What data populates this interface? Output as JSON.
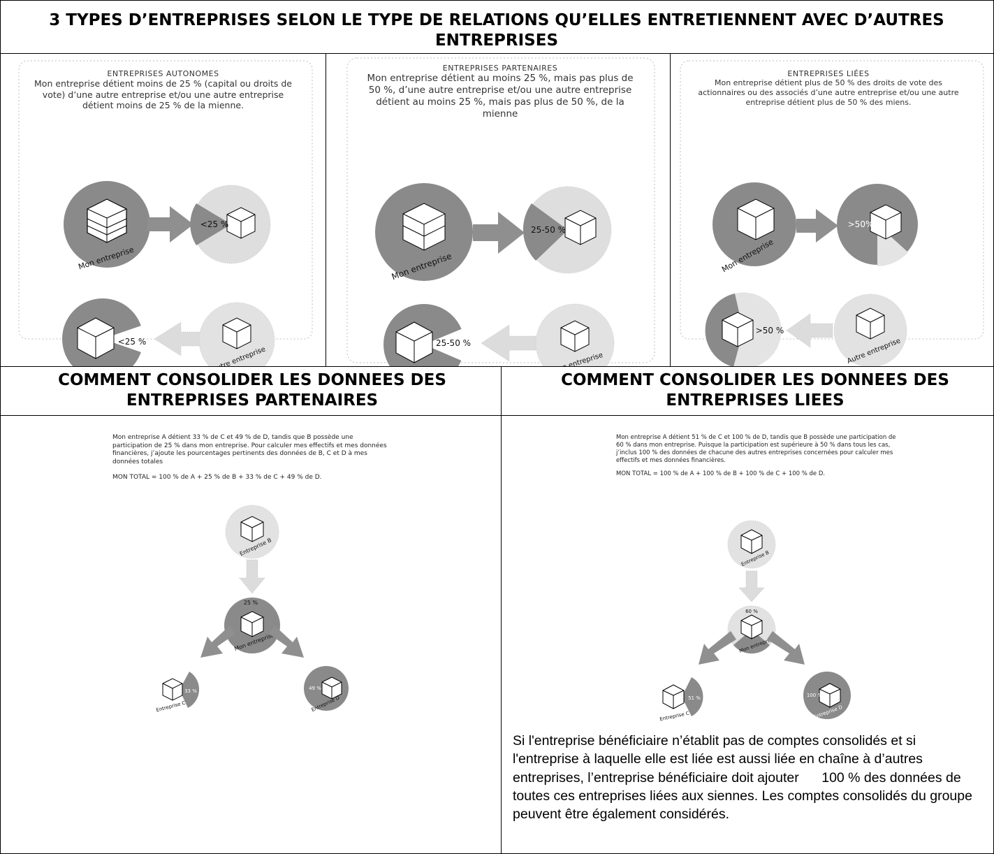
{
  "main_title": "3 TYPES D’ENTREPRISES SELON LE TYPE DE RELATIONS QU’ELLES ENTRETIENNENT AVEC D’AUTRES ENTREPRISES",
  "types": [
    {
      "title": "ENTREPRISES AUTONOMES",
      "description": "Mon entreprise détient moins de 25 % (capital ou droits de vote) d’une autre entreprise et/ou une autre entreprise détient moins de 25 % de la mienne.",
      "top_left_label": "Mon entreprise",
      "top_right_pct": "<25 %",
      "bottom_left_pct": "<25 %",
      "bottom_right_label": "Autre entreprise"
    },
    {
      "title": "ENTREPRISES PARTENAIRES",
      "description": "Mon entreprise détient au moins 25 %, mais pas plus de 50 %, d’une autre entreprise et/ou une autre entreprise détient au moins 25 %, mais pas plus de 50 %, de la mienne",
      "top_left_label": "Mon entreprise",
      "top_right_pct": "25-50 %",
      "bottom_left_pct": "25-50 %",
      "bottom_right_label": "Autre entreprise"
    },
    {
      "title": "ENTREPRISES LIÉES",
      "description": "Mon entreprise détient plus de 50 % des droits de vote des actionnaires ou des associés d’une autre entreprise et/ou une autre entreprise détient plus de 50 % des miens.",
      "top_left_label": "Mon entreprise",
      "top_right_pct": ">50%",
      "bottom_left_pct": ">50 %",
      "bottom_right_label": "Autre entreprise"
    }
  ],
  "consolidate_partners": {
    "heading": "COMMENT CONSOLIDER LES DONNEES DES ENTREPRISES PARTENAIRES",
    "paragraph": "Mon entreprise A détient 33 % de C et 49 % de D, tandis que B possède une participation de 25 % dans mon entreprise. Pour calculer mes effectifs et mes données financières, j’ajoute les pourcentages pertinents des données de B, C et D à mes données totales",
    "total": "MON TOTAL = 100 % de A + 25 % de B + 33 % de C + 49 % de D.",
    "node_top": "Entreprise B",
    "node_center": "Mon entreprise",
    "node_center_pct": "25 %",
    "node_left": "Entreprise C",
    "node_left_pct": "33 %",
    "node_right": "Entreprise D",
    "node_right_pct": "49 %"
  },
  "consolidate_linked": {
    "heading": "COMMENT CONSOLIDER LES DONNEES DES ENTREPRISES LIEES",
    "paragraph": "Mon entreprise A détient 51 % de C et 100 % de D, tandis que B possède une participation de 60 % dans mon entreprise. Puisque la participation est supérieure à 50 % dans tous les cas, j’inclus 100 % des données de chacune des autres entreprises concernées pour calculer mes effectifs et mes données financières.",
    "total": "MON TOTAL = 100 % de A + 100 % de B + 100 % de C + 100 % de D.",
    "node_top": "Entreprise B",
    "node_center": "Mon entreprise",
    "node_center_pct": "60 %",
    "node_left": "Entreprise C",
    "node_left_pct": "51 %",
    "node_right": "Entreprise D",
    "node_right_pct": "100 %",
    "note": "Si l'entreprise bénéficiaire n’établit pas de comptes consolidés et si l'entreprise à laquelle elle est liée est aussi liée en chaîne à d’autres entreprises, l’entreprise bénéficiaire doit ajouter      100 % des données de toutes ces entreprises liées aux siennes. Les comptes consolidés du groupe peuvent être également considérés."
  },
  "colors": {
    "disc": "#8a8a8a",
    "dotted": "#cfcfcf",
    "arrow": "#8f8f8f",
    "line": "#000000"
  }
}
